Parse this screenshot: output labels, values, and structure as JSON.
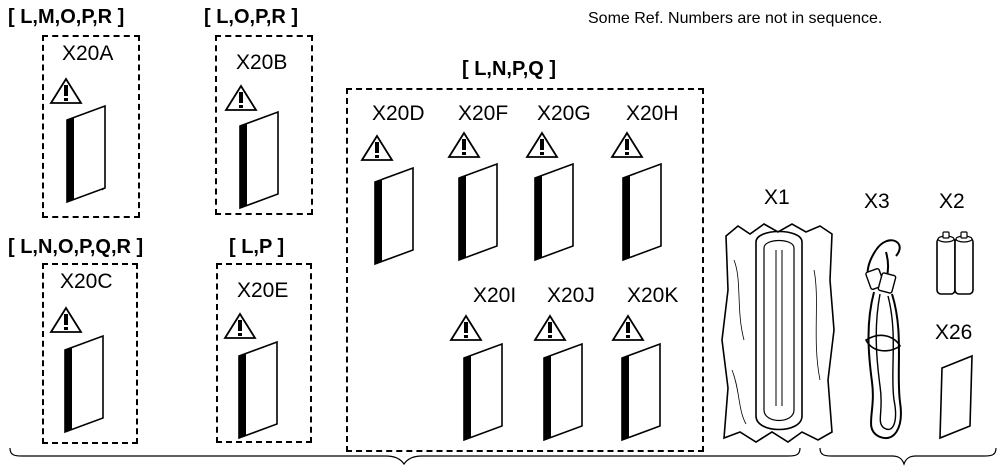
{
  "note": "Some Ref. Numbers are not in sequence.",
  "groups": {
    "a": "[ L,M,O,P,R ]",
    "b": "[ L,O,P,R ]",
    "c": "[ L,N,O,P,Q,R ]",
    "e": "[ L,P ]",
    "dk": "[ L,N,P,Q ]"
  },
  "items": {
    "x20a": "X20A",
    "x20b": "X20B",
    "x20c": "X20C",
    "x20e": "X20E",
    "x20d": "X20D",
    "x20f": "X20F",
    "x20g": "X20G",
    "x20h": "X20H",
    "x20i": "X20I",
    "x20j": "X20J",
    "x20k": "X20K",
    "x1": "X1",
    "x3": "X3",
    "x2": "X2",
    "x26": "X26"
  },
  "icons": [
    "warning-icon",
    "manual-booklet-icon",
    "handset-in-bag-icon",
    "cable-icon",
    "batteries-icon",
    "sheet-icon",
    "brace-icon"
  ]
}
